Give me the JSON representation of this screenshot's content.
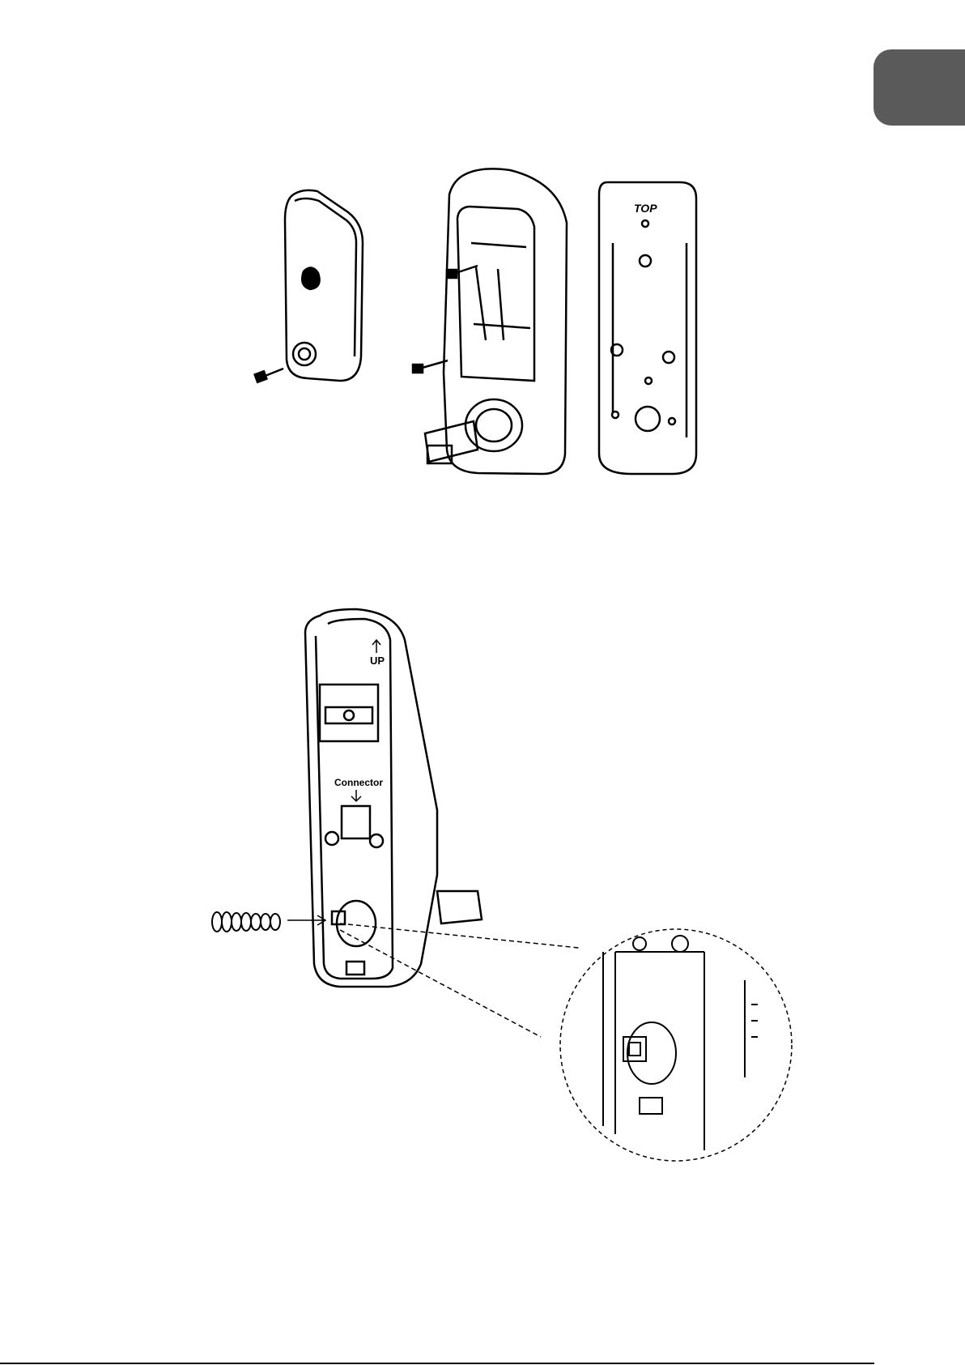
{
  "section_tab": {
    "color": "#5a5a5a"
  },
  "figure1": {
    "backplate_label": "TOP"
  },
  "figure2": {
    "up_label": "UP",
    "connector_label": "Connector"
  }
}
